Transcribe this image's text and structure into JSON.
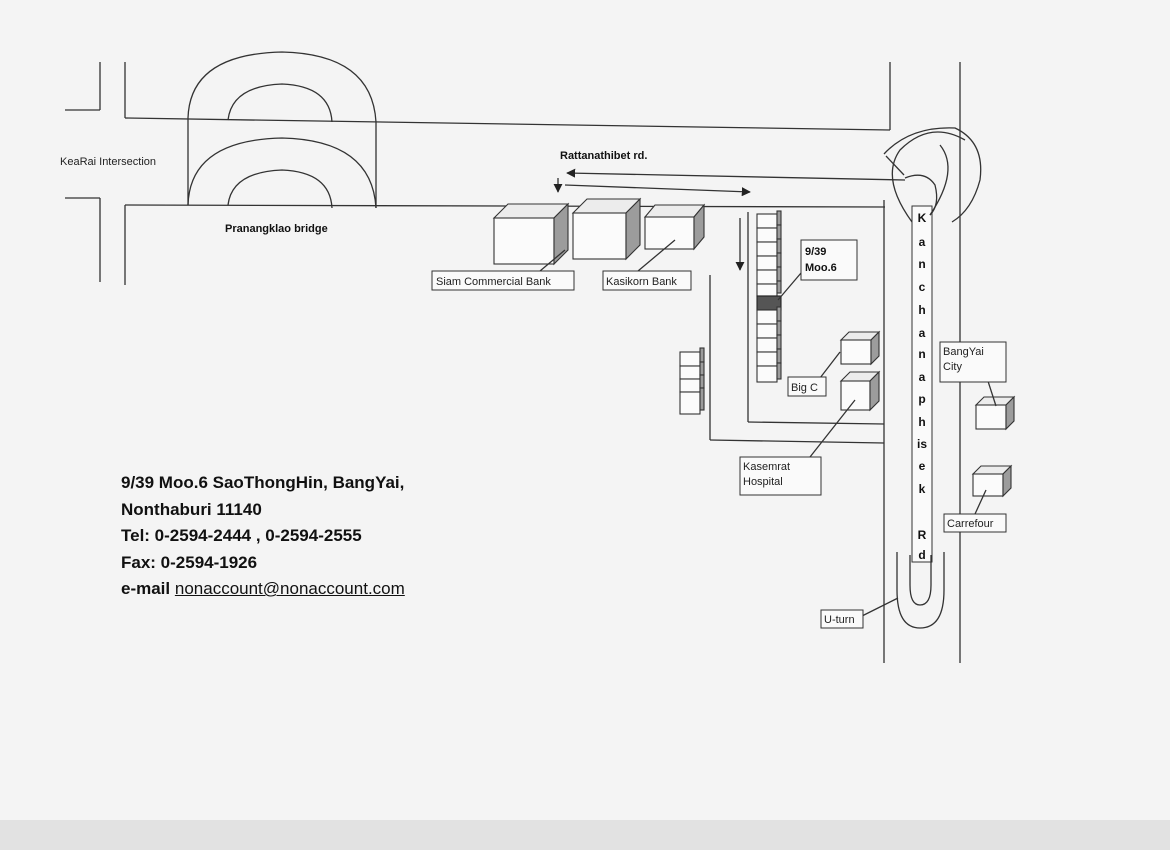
{
  "roads": {
    "rattanathibet": "Rattanathibet rd.",
    "kanchanaphisek_letters": [
      "K",
      "a",
      "n",
      "c",
      "h",
      "a",
      "n",
      "a",
      "p",
      "h",
      "is",
      "e",
      "k",
      "R",
      "d"
    ]
  },
  "places": {
    "kearai_intersection": "KeaRai Intersection",
    "pranangklao_bridge": "Pranangklao bridge",
    "siam_commercial_bank": "Siam Commercial Bank",
    "kasikorn_bank": "Kasikorn Bank",
    "office": [
      "9/39",
      "Moo.6"
    ],
    "big_c": "Big C",
    "kasemrat_hospital": [
      "Kasemrat",
      "Hospital"
    ],
    "bangyai_city": [
      "BangYai",
      "City"
    ],
    "carrefour": "Carrefour",
    "u_turn": "U-turn"
  },
  "address": {
    "line1": "9/39 Moo.6 SaoThongHin, BangYai,",
    "line2": "Nonthaburi 11140",
    "tel": "Tel: 0-2594-2444 , 0-2594-2555",
    "fax": "Fax: 0-2594-1926",
    "email_label": "e-mail",
    "email": "nonaccount@nonaccount.com"
  },
  "colors": {
    "paper": "#f4f4f4",
    "ink": "#333333",
    "highlight_unit": "#555555"
  }
}
